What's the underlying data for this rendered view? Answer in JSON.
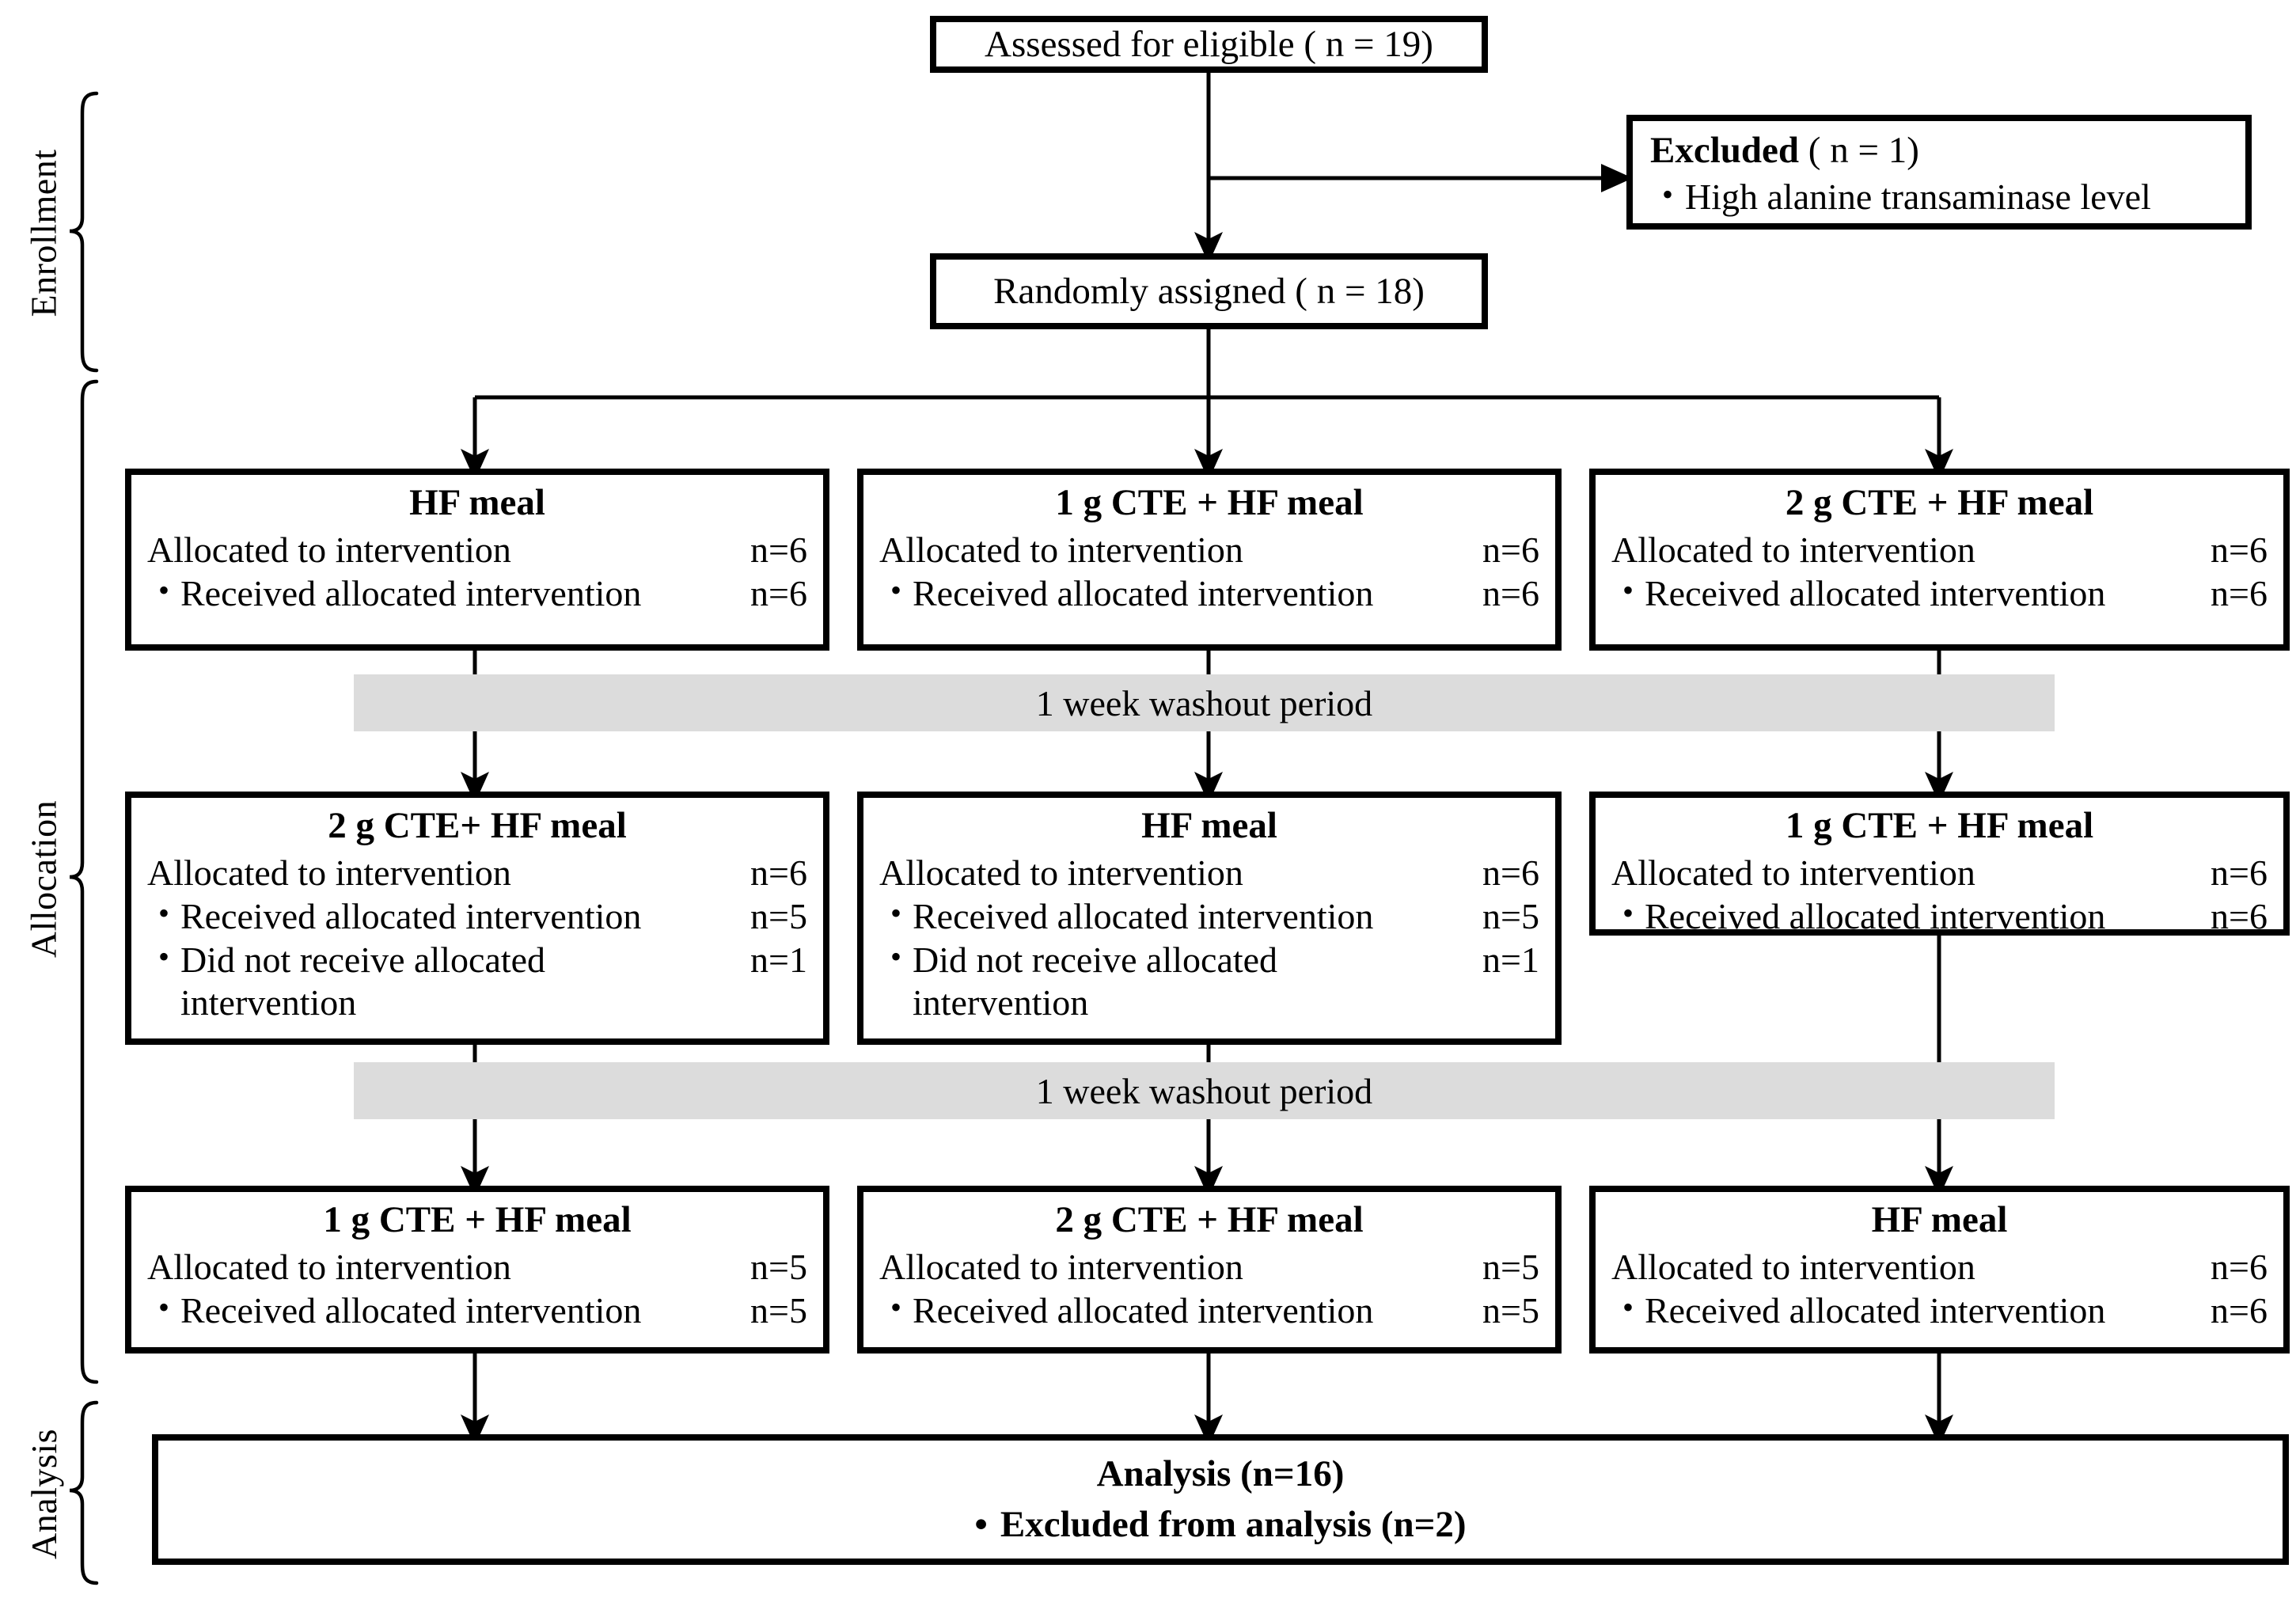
{
  "diagram": {
    "type": "consort-flow-diagram",
    "stages": [
      {
        "id": "enrollment",
        "label": "Enrollment"
      },
      {
        "id": "allocation",
        "label": "Allocation"
      },
      {
        "id": "analysis",
        "label": "Analysis"
      }
    ],
    "colors": {
      "box_border": "#000000",
      "box_fill": "#ffffff",
      "washout_fill": "#dcdcdc",
      "text": "#000000",
      "connector": "#000000"
    }
  },
  "enrollment": {
    "assessed": {
      "text": "Assessed for eligible ( n = 19)"
    },
    "excluded": {
      "title_bold": "Excluded",
      "title_rest": " ( n = 1)",
      "bullet": "•",
      "reason": "High alanine transaminase level"
    },
    "randomized": {
      "text": "Randomly assigned ( n = 18)"
    }
  },
  "labels": {
    "allocated": "Allocated to intervention",
    "received": "Received allocated intervention",
    "not_received": "Did not receive allocated",
    "not_received_cont": "intervention",
    "bullet": "•"
  },
  "period1": {
    "boxes": [
      {
        "title": "HF meal",
        "rows": [
          {
            "bullet": false,
            "text": "Allocated to intervention",
            "value": "n=6"
          },
          {
            "bullet": true,
            "text": "Received allocated intervention",
            "value": "n=6"
          }
        ]
      },
      {
        "title": "1 g CTE + HF meal",
        "rows": [
          {
            "bullet": false,
            "text": "Allocated to intervention",
            "value": "n=6"
          },
          {
            "bullet": true,
            "text": "Received allocated intervention",
            "value": "n=6"
          }
        ]
      },
      {
        "title": "2 g CTE + HF meal",
        "rows": [
          {
            "bullet": false,
            "text": "Allocated to intervention",
            "value": "n=6"
          },
          {
            "bullet": true,
            "text": "Received allocated intervention",
            "value": "n=6"
          }
        ]
      }
    ]
  },
  "washout1": {
    "text": "1 week washout period"
  },
  "period2": {
    "boxes": [
      {
        "title": "2 g CTE+ HF meal",
        "rows": [
          {
            "bullet": false,
            "text": "Allocated to intervention",
            "value": "n=6"
          },
          {
            "bullet": true,
            "text": "Received allocated intervention",
            "value": "n=5"
          },
          {
            "bullet": true,
            "text": "Did not receive allocated",
            "value": "n=1",
            "cont": "intervention"
          }
        ]
      },
      {
        "title": "HF meal",
        "rows": [
          {
            "bullet": false,
            "text": "Allocated to intervention",
            "value": "n=6"
          },
          {
            "bullet": true,
            "text": "Received allocated intervention",
            "value": "n=5"
          },
          {
            "bullet": true,
            "text": "Did not receive allocated",
            "value": "n=1",
            "cont": "intervention"
          }
        ]
      },
      {
        "title": "1 g CTE + HF meal",
        "rows": [
          {
            "bullet": false,
            "text": "Allocated to intervention",
            "value": "n=6"
          },
          {
            "bullet": true,
            "text": "Received allocated intervention",
            "value": "n=6"
          }
        ]
      }
    ]
  },
  "washout2": {
    "text": "1 week washout period"
  },
  "period3": {
    "boxes": [
      {
        "title": "1 g CTE + HF meal",
        "rows": [
          {
            "bullet": false,
            "text": "Allocated to intervention",
            "value": "n=5"
          },
          {
            "bullet": true,
            "text": "Received allocated intervention",
            "value": "n=5"
          }
        ]
      },
      {
        "title": "2 g CTE + HF meal",
        "rows": [
          {
            "bullet": false,
            "text": "Allocated to intervention",
            "value": "n=5"
          },
          {
            "bullet": true,
            "text": "Received allocated intervention",
            "value": "n=5"
          }
        ]
      },
      {
        "title": "HF meal",
        "rows": [
          {
            "bullet": false,
            "text": "Allocated to intervention",
            "value": "n=6"
          },
          {
            "bullet": true,
            "text": "Received allocated intervention",
            "value": "n=6"
          }
        ]
      }
    ]
  },
  "analysis": {
    "line1": "Analysis (n=16)",
    "bullet": "•",
    "line2": "Excluded from analysis (n=2)"
  }
}
